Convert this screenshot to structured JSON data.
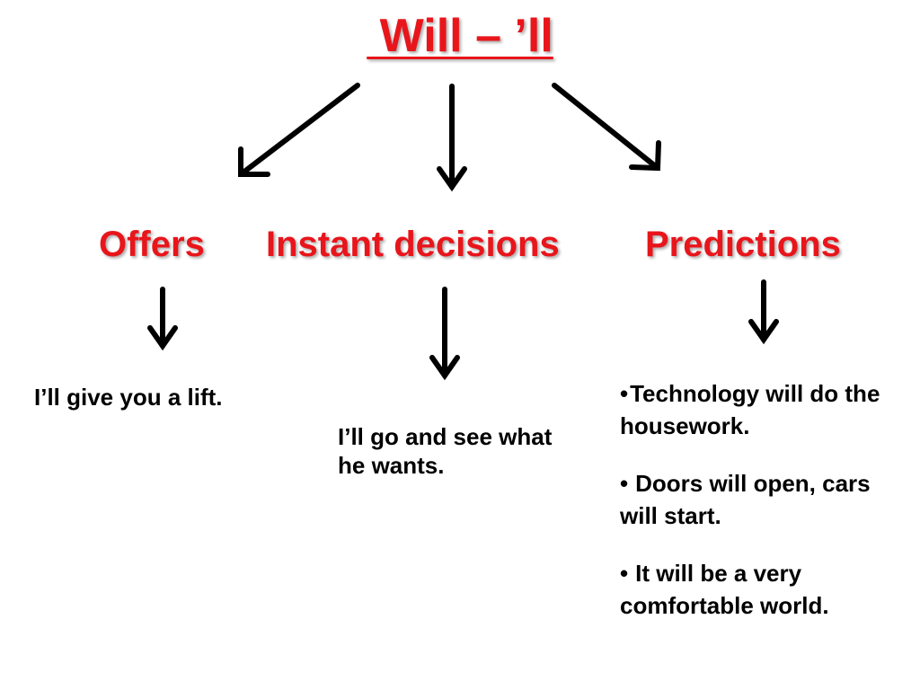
{
  "title": " Will – ’ll",
  "categories": {
    "offers": "Offers",
    "instant": "Instant decisions",
    "predictions": "Predictions"
  },
  "examples": {
    "offers": "I’ll give you a lift.",
    "instant": "I’ll go and see what he wants.",
    "predictions": [
      "Technology will do the housework.",
      "Doors will open, cars will start.",
      "It will be a very comfortable world."
    ]
  },
  "bullet": "•",
  "colors": {
    "heading": "#e8151b",
    "text": "#000000",
    "background": "#ffffff"
  }
}
